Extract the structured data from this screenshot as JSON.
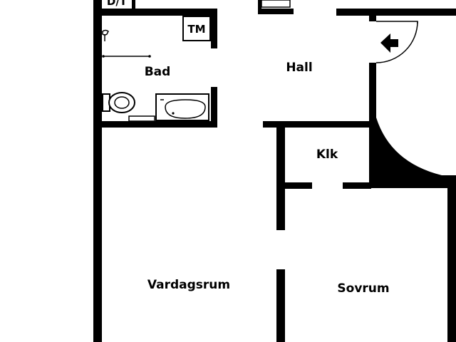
{
  "floorplan": {
    "rooms": {
      "bathroom": "Bad",
      "hall": "Hall",
      "closet": "Klk",
      "living_room": "Vardagsrum",
      "bedroom": "Sovrum"
    },
    "fixtures": {
      "washing_machine": "TM",
      "cut_off_label": "D/T"
    },
    "colors": {
      "wall": "#000000",
      "background": "#ffffff"
    },
    "entrance_icon": "arrow-left-icon"
  }
}
